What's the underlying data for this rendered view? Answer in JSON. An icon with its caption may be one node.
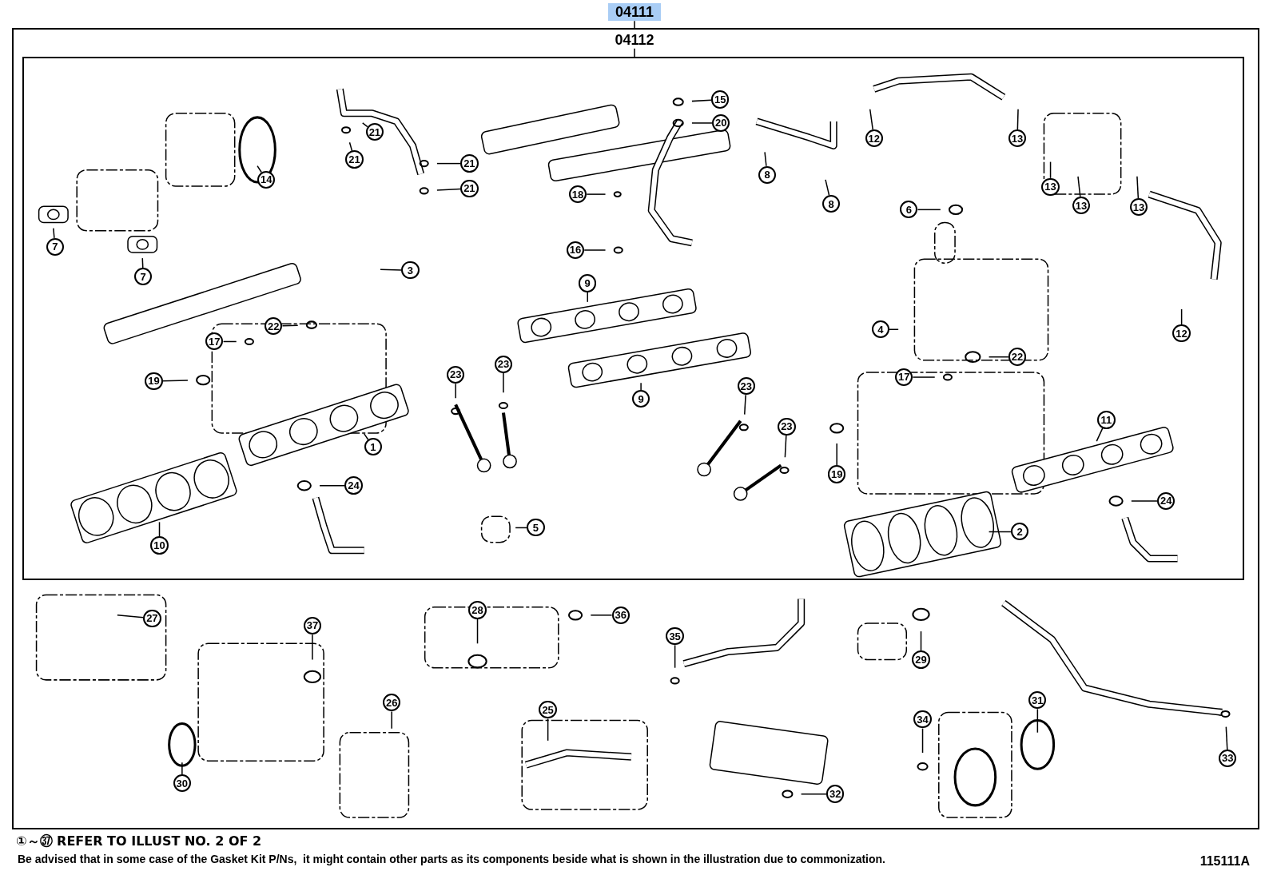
{
  "diagram": {
    "nodes": [
      {
        "text": [
          "04111"
        ]
      },
      {
        "text": [],
        "shape": "box"
      },
      {
        "text": [
          "04112"
        ],
        "in": 1
      },
      {
        "text": [],
        "shape": "box",
        "in": 1
      },
      {
        "text": [
          "14"
        ],
        "in": 3
      },
      {
        "text": [
          "21"
        ],
        "in": 3
      },
      {
        "text": [
          "21"
        ],
        "in": 3
      },
      {
        "text": [
          "21"
        ],
        "in": 3
      },
      {
        "text": [
          "21"
        ],
        "in": 3
      },
      {
        "text": [
          "7"
        ],
        "in": 3
      },
      {
        "text": [
          "7"
        ],
        "in": 3
      },
      {
        "text": [
          "3"
        ],
        "in": 3
      },
      {
        "text": [
          "22"
        ],
        "in": 3
      },
      {
        "text": [
          "17"
        ],
        "in": 3
      },
      {
        "text": [
          "19"
        ],
        "in": 3
      },
      {
        "text": [
          "1"
        ],
        "in": 3
      },
      {
        "text": [
          "10"
        ],
        "in": 3
      },
      {
        "text": [
          "24"
        ],
        "in": 3
      },
      {
        "text": [
          "23"
        ],
        "in": 3
      },
      {
        "text": [
          "23"
        ],
        "in": 3
      },
      {
        "text": [
          "9"
        ],
        "in": 3
      },
      {
        "text": [
          "9"
        ],
        "in": 3
      },
      {
        "text": [
          "5"
        ],
        "in": 3
      },
      {
        "text": [
          "15"
        ],
        "in": 3
      },
      {
        "text": [
          "20"
        ],
        "in": 3
      },
      {
        "text": [
          "18"
        ],
        "in": 3
      },
      {
        "text": [
          "16"
        ],
        "in": 3
      },
      {
        "text": [
          "8"
        ],
        "in": 3
      },
      {
        "text": [
          "8"
        ],
        "in": 3
      },
      {
        "text": [
          "12"
        ],
        "in": 3
      },
      {
        "text": [
          "13"
        ],
        "in": 3
      },
      {
        "text": [
          "13"
        ],
        "in": 3
      },
      {
        "text": [
          "13"
        ],
        "in": 3
      },
      {
        "text": [
          "13"
        ],
        "in": 3
      },
      {
        "text": [
          "12"
        ],
        "in": 3
      },
      {
        "text": [
          "6"
        ],
        "in": 3
      },
      {
        "text": [
          "4"
        ],
        "in": 3
      },
      {
        "text": [
          "22"
        ],
        "in": 3
      },
      {
        "text": [
          "17"
        ],
        "in": 3
      },
      {
        "text": [
          "23"
        ],
        "in": 3
      },
      {
        "text": [
          "23"
        ],
        "in": 3
      },
      {
        "text": [
          "19"
        ],
        "in": 3
      },
      {
        "text": [
          "11"
        ],
        "in": 3
      },
      {
        "text": [
          "2"
        ],
        "in": 3
      },
      {
        "text": [
          "24"
        ],
        "in": 3
      },
      {
        "text": [
          "27"
        ],
        "in": 1
      },
      {
        "text": [
          "37"
        ],
        "in": 1
      },
      {
        "text": [
          "30"
        ],
        "in": 1
      },
      {
        "text": [
          "26"
        ],
        "in": 1
      },
      {
        "text": [
          "28"
        ],
        "in": 1
      },
      {
        "text": [
          "36"
        ],
        "in": 1
      },
      {
        "text": [
          "25"
        ],
        "in": 1
      },
      {
        "text": [
          "35"
        ],
        "in": 1
      },
      {
        "text": [
          "29"
        ],
        "in": 1
      },
      {
        "text": [
          "34"
        ],
        "in": 1
      },
      {
        "text": [
          "31"
        ],
        "in": 1
      },
      {
        "text": [
          "32"
        ],
        "in": 1
      },
      {
        "text": [
          "33"
        ],
        "in": 1
      }
    ],
    "edges": [
      {
        "from": 0,
        "to": 1,
        "arrow": "none"
      },
      {
        "from": 2,
        "to": 3,
        "arrow": "none"
      },
      {
        "from": 4,
        "to": null,
        "arrow": "none"
      },
      {
        "from": 5,
        "to": null,
        "arrow": "none"
      },
      {
        "from": 6,
        "to": null,
        "arrow": "none"
      },
      {
        "from": 7,
        "to": null,
        "arrow": "none"
      },
      {
        "from": 8,
        "to": null,
        "arrow": "none"
      },
      {
        "from": 9,
        "to": null,
        "arrow": "none"
      },
      {
        "from": 10,
        "to": null,
        "arrow": "none"
      },
      {
        "from": 11,
        "to": null,
        "arrow": "none"
      },
      {
        "from": 12,
        "to": null,
        "arrow": "none"
      },
      {
        "from": 13,
        "to": null,
        "arrow": "none"
      },
      {
        "from": 14,
        "to": null,
        "arrow": "none"
      },
      {
        "from": 15,
        "to": null,
        "arrow": "none"
      },
      {
        "from": 16,
        "to": null,
        "arrow": "none"
      },
      {
        "from": 17,
        "to": null,
        "arrow": "none"
      },
      {
        "from": 18,
        "to": null,
        "arrow": "none"
      },
      {
        "from": 19,
        "to": null,
        "arrow": "none"
      },
      {
        "from": 20,
        "to": null,
        "arrow": "none"
      },
      {
        "from": 21,
        "to": null,
        "arrow": "none"
      },
      {
        "from": 22,
        "to": null,
        "arrow": "none"
      },
      {
        "from": 23,
        "to": null,
        "arrow": "none"
      },
      {
        "from": 24,
        "to": null,
        "arrow": "none"
      },
      {
        "from": 25,
        "to": null,
        "arrow": "none"
      },
      {
        "from": 26,
        "to": null,
        "arrow": "none"
      },
      {
        "from": 27,
        "to": null,
        "arrow": "none"
      },
      {
        "from": 28,
        "to": null,
        "arrow": "none"
      },
      {
        "from": 29,
        "to": null,
        "arrow": "none"
      },
      {
        "from": 30,
        "to": null,
        "arrow": "none"
      },
      {
        "from": 31,
        "to": null,
        "arrow": "none"
      },
      {
        "from": 32,
        "to": null,
        "arrow": "none"
      },
      {
        "from": 33,
        "to": null,
        "arrow": "none"
      },
      {
        "from": 34,
        "to": null,
        "arrow": "none"
      },
      {
        "from": 35,
        "to": null,
        "arrow": "none"
      },
      {
        "from": 36,
        "to": null,
        "arrow": "none"
      },
      {
        "from": 37,
        "to": null,
        "arrow": "none"
      },
      {
        "from": 38,
        "to": null,
        "arrow": "none"
      },
      {
        "from": 39,
        "to": null,
        "arrow": "none"
      },
      {
        "from": 40,
        "to": null,
        "arrow": "none"
      },
      {
        "from": 41,
        "to": null,
        "arrow": "none"
      },
      {
        "from": 42,
        "to": null,
        "arrow": "none"
      },
      {
        "from": 43,
        "to": null,
        "arrow": "none"
      },
      {
        "from": 44,
        "to": null,
        "arrow": "none"
      },
      {
        "from": 45,
        "to": null,
        "arrow": "none"
      },
      {
        "from": 46,
        "to": null,
        "arrow": "none"
      },
      {
        "from": 47,
        "to": null,
        "arrow": "none"
      },
      {
        "from": 48,
        "to": null,
        "arrow": "none"
      },
      {
        "from": 49,
        "to": null,
        "arrow": "none"
      },
      {
        "from": 50,
        "to": null,
        "arrow": "none"
      },
      {
        "from": 51,
        "to": null,
        "arrow": "none"
      },
      {
        "from": 52,
        "to": null,
        "arrow": "none"
      },
      {
        "from": 53,
        "to": null,
        "arrow": "none"
      },
      {
        "from": 54,
        "to": null,
        "arrow": "none"
      },
      {
        "from": 55,
        "to": null,
        "arrow": "none"
      },
      {
        "from": 56,
        "to": null,
        "arrow": "none"
      },
      {
        "from": 57,
        "to": null,
        "arrow": "none"
      }
    ],
    "labels": [
      "①～㊲ REFER TO ILLUST NO. 2 OF 2",
      "Be advised that in some case of the Gasket Kit P/Ns,  it might contain other parts as its components beside what is shown in the illustration due to commonization.",
      "115111A"
    ]
  }
}
